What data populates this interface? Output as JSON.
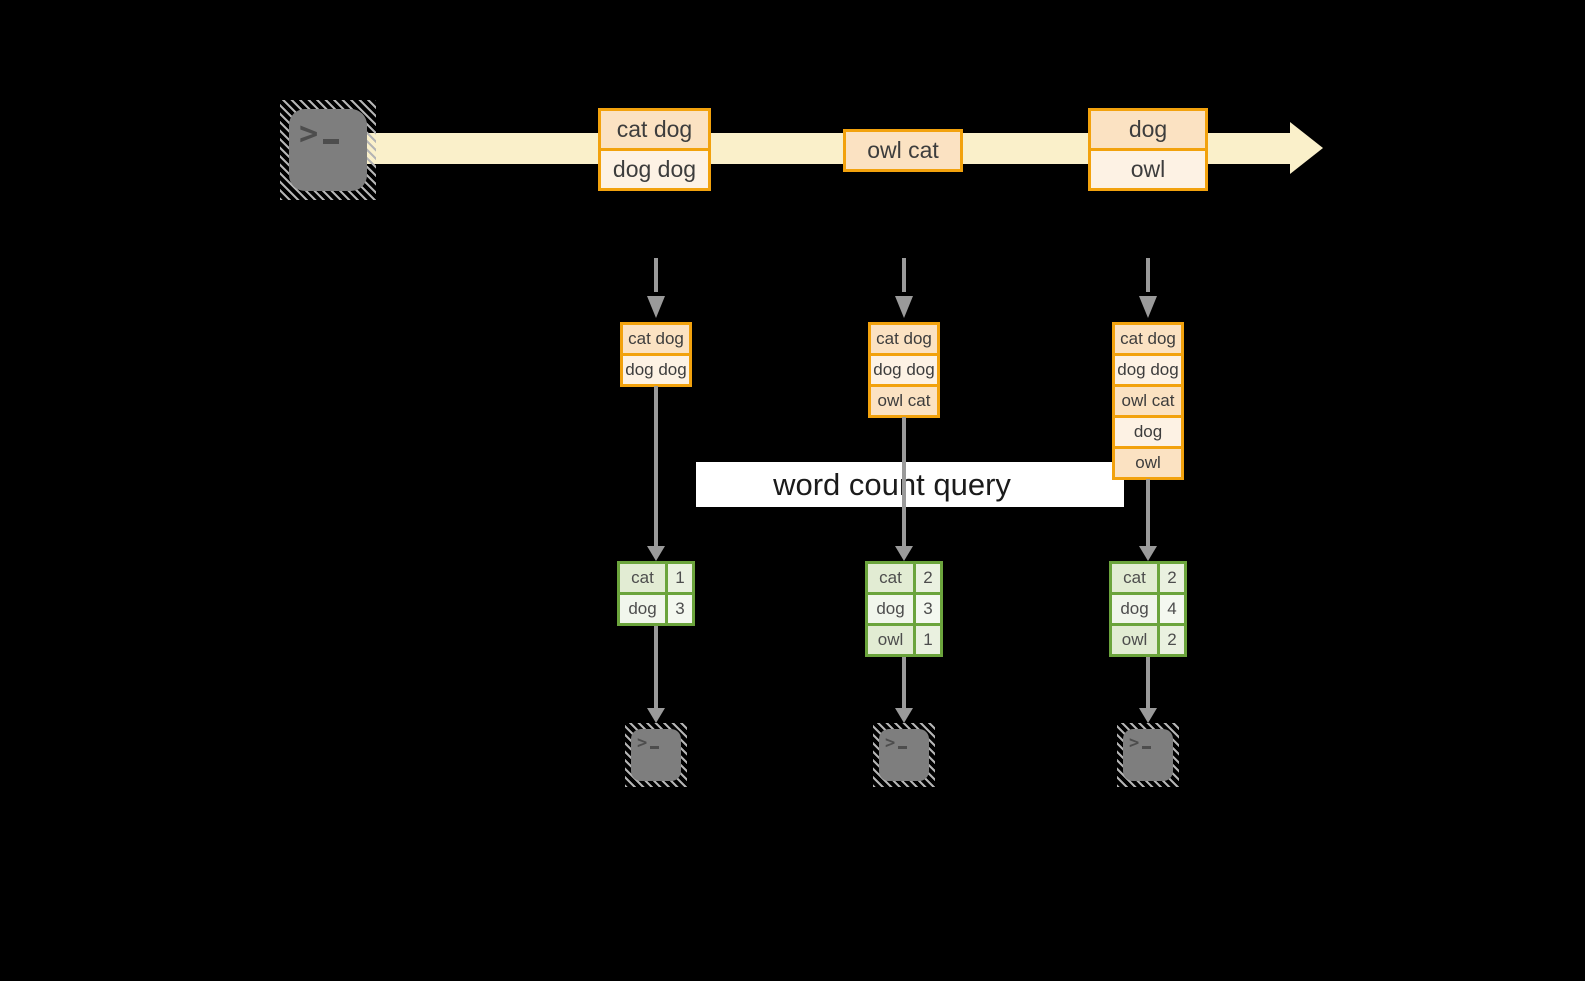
{
  "query_label": "word count query",
  "stream": {
    "batches": [
      {
        "lines": [
          "cat dog",
          "dog dog"
        ]
      },
      {
        "lines": [
          "owl cat"
        ]
      },
      {
        "lines": [
          "dog",
          "owl"
        ]
      }
    ]
  },
  "columns": [
    {
      "accumulated": [
        "cat dog",
        "dog dog"
      ],
      "results": [
        {
          "word": "cat",
          "count": "1"
        },
        {
          "word": "dog",
          "count": "3"
        }
      ]
    },
    {
      "accumulated": [
        "cat dog",
        "dog dog",
        "owl cat"
      ],
      "results": [
        {
          "word": "cat",
          "count": "2"
        },
        {
          "word": "dog",
          "count": "3"
        },
        {
          "word": "owl",
          "count": "1"
        }
      ]
    },
    {
      "accumulated": [
        "cat dog",
        "dog dog",
        "owl cat",
        "dog",
        "owl"
      ],
      "results": [
        {
          "word": "cat",
          "count": "2"
        },
        {
          "word": "dog",
          "count": "4"
        },
        {
          "word": "owl",
          "count": "2"
        }
      ]
    }
  ],
  "icons": {
    "source": "terminal-icon",
    "outputs": [
      "terminal-icon",
      "terminal-icon",
      "terminal-icon"
    ]
  },
  "colors": {
    "background": "#000000",
    "stream_band": "#faf0ca",
    "record_border": "#f2a20d",
    "record_fill_dark": "#fbe2c2",
    "record_fill_light": "#fdf2e4",
    "table_border": "#6ba43c",
    "table_fill_dark": "#e2ecd3",
    "table_fill_light": "#f1f6ec",
    "arrow_gray": "#9a9a9a",
    "banner_bg": "#ffffff",
    "banner_text": "#1b1b1b"
  }
}
